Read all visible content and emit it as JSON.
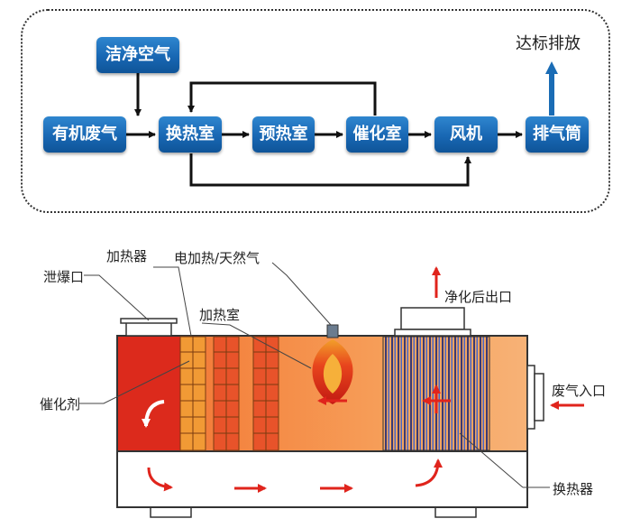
{
  "flow": {
    "nodes": [
      {
        "id": "clean-air",
        "label": "洁净空气"
      },
      {
        "id": "organic-waste-gas",
        "label": "有机废气"
      },
      {
        "id": "heat-exchange-chamber",
        "label": "换热室"
      },
      {
        "id": "preheat-chamber",
        "label": "预热室"
      },
      {
        "id": "catalytic-chamber",
        "label": "催化室"
      },
      {
        "id": "fan",
        "label": "风机"
      },
      {
        "id": "exhaust-stack",
        "label": "排气筒"
      }
    ],
    "output_label": "达标排放"
  },
  "device": {
    "labels": {
      "heater": "加热器",
      "explosion_vent": "泄爆口",
      "electric_gas": "电加热/天然气",
      "heating_chamber": "加热室",
      "purified_outlet": "净化后出口",
      "catalyst": "催化剂",
      "waste_gas_inlet": "废气入口",
      "heat_exchanger": "换热器"
    }
  },
  "colors": {
    "node_blue": "#1a6cb5",
    "flame_red": "#d92b1b",
    "arrow_red": "#e0241c"
  }
}
